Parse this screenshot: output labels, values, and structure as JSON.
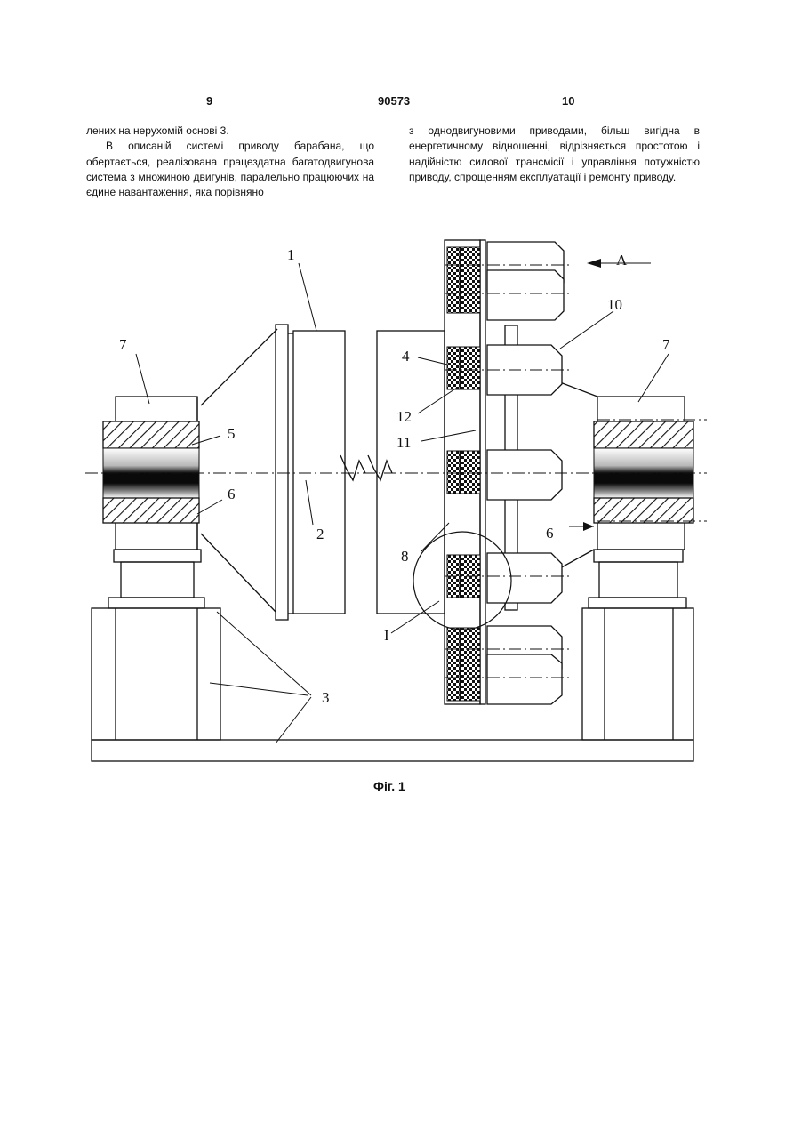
{
  "header": {
    "page_left": "9",
    "patent_number": "90573",
    "page_right": "10"
  },
  "text": {
    "left_column": [
      "лених на нерухомій основі 3.",
      "В описаній системі приводу барабана, що обертається, реалізована працездатна багатодвигунова система з множиною двигунів, паралельно працюючих на єдине навантаження, яка порівняно"
    ],
    "right_column": [
      "з однодвигуновими приводами, більш вигідна в енергетичному відношенні, відрізняється простотою і надійністю силової трансмісії і управління потужністю приводу, спрощенням експлуатації і ремонту приводу."
    ]
  },
  "figure": {
    "caption": "Фіг. 1",
    "labels": {
      "l1": "1",
      "l2": "2",
      "l3": "3",
      "l4": "4",
      "l5": "5",
      "l6_left": "6",
      "l6_right": "6",
      "l7_left": "7",
      "l7_right": "7",
      "l8": "8",
      "l10": "10",
      "l11": "11",
      "l12": "12",
      "detail": "I",
      "view": "A"
    }
  }
}
